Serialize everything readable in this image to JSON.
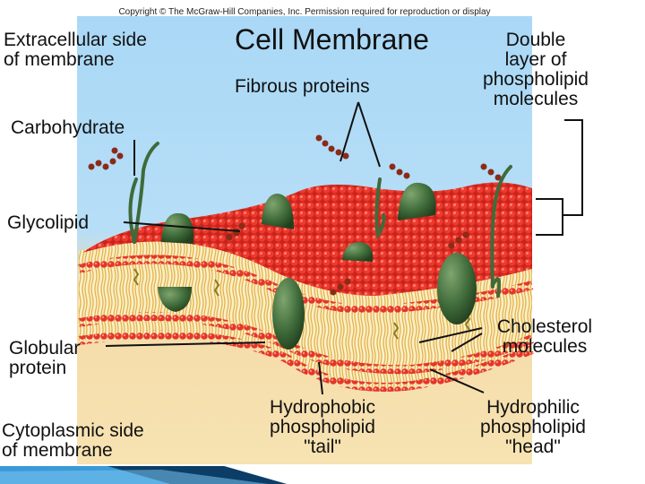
{
  "copyright": "Copyright © The McGraw-Hill Companies, Inc. Permission required for reproduction or display",
  "title": "Cell Membrane",
  "labels": {
    "extracellular": [
      "Extracellular side",
      "of membrane"
    ],
    "carbohydrate": "Carbohydrate",
    "glycolipid": "Glycolipid",
    "globular": [
      "Globular",
      "protein"
    ],
    "cytoplasmic": [
      "Cytoplasmic side",
      "of membrane"
    ],
    "fibrous": "Fibrous proteins",
    "double_layer": [
      "Double",
      "layer of",
      "phospholipid",
      "molecules"
    ],
    "cholesterol": [
      "Cholesterol",
      "molecules"
    ],
    "hydrophobic": [
      "Hydrophobic",
      "phospholipid",
      "\"tail\""
    ],
    "hydrophilic": [
      "Hydrophilic",
      "phospholipid",
      "\"head\""
    ]
  },
  "colors": {
    "head": "#e8332a",
    "tail": "#f3cf7a",
    "protein": "#3f6b3a",
    "carbohydrate": "#8a2b18",
    "extracellular_bg": "#a9d8f6",
    "cytoplasm_bg": "#f4dca8"
  }
}
